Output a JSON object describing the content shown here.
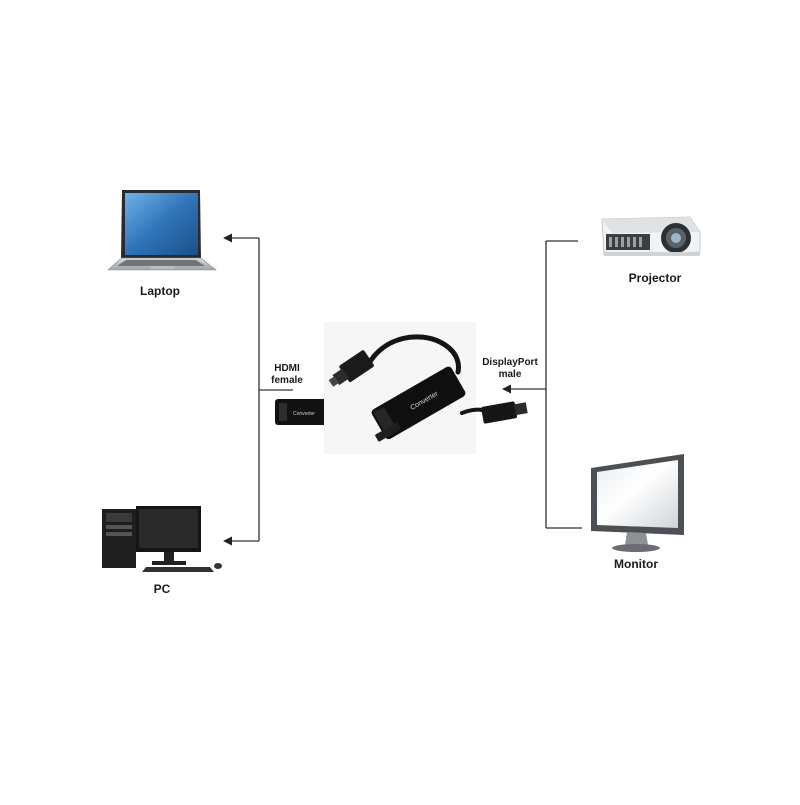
{
  "devices": {
    "laptop": "Laptop",
    "pc": "PC",
    "projector": "Projector",
    "monitor": "Monitor"
  },
  "connectors": {
    "hdmi_line1": "HDMI",
    "hdmi_line2": "female",
    "dp_line1": "DisplayPort",
    "dp_line2": "male"
  },
  "adapter": {
    "brand_text": "Converter",
    "small_text": "Converter"
  },
  "colors": {
    "line": "#333333",
    "adapter_body": "#111111",
    "screen_blue": "#3a7fc0"
  }
}
